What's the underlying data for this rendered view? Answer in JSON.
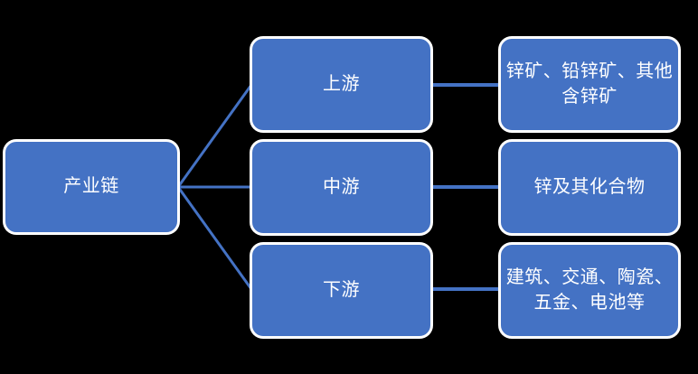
{
  "diagram": {
    "type": "industry-chain-flowchart",
    "background_color": "#000000",
    "node_fill_color": "#4472C4",
    "node_border_color": "#FFFFFF",
    "connector_color": "#4472C4",
    "text_color": "#FFFFFF",
    "root": {
      "id": "root",
      "label": "产业链"
    },
    "levels": [
      {
        "id": "upstream",
        "label": "上游",
        "detail": "锌矿、铅锌矿、其他含锌矿"
      },
      {
        "id": "midstream",
        "label": "中游",
        "detail": "锌及其化合物"
      },
      {
        "id": "downstream",
        "label": "下游",
        "detail": "建筑、交通、陶瓷、五金、电池等"
      }
    ]
  }
}
